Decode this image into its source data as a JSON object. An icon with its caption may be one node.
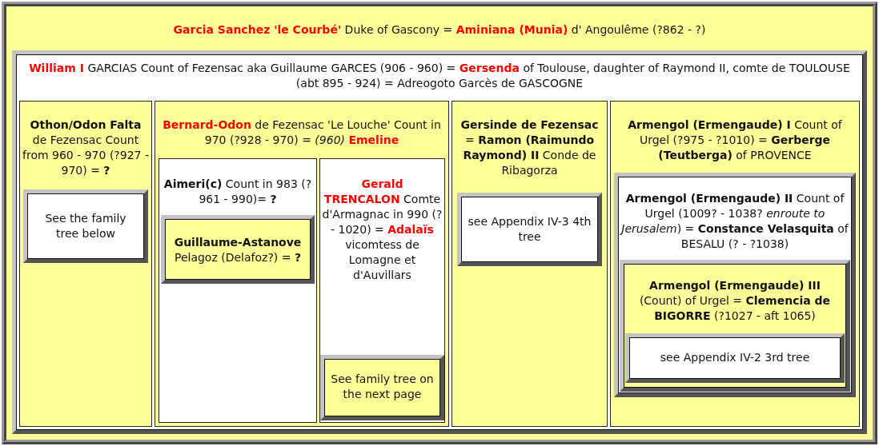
{
  "diagram": {
    "nodes": [
      {
        "text": [
          "**Garcia Sanchez 'le Courbé'** Duke of Gascony = **Aminiana (Munia)** d' Angoulême (?862 - ?)"
        ]
      },
      {
        "text": [
          "**William I** GARCIAS Count of Fezensac aka Guillaume GARCES (906 - 960) = **Gersenda** of Toulouse, daughter of Raymond II, comte de TOULOUSE (abt 895 - 924) = Adreogoto Garcès de GASCOGNE"
        ],
        "in": 0
      },
      {
        "text": [
          "**Othon/Odon Falta** de Fezensac Count from 960 - 970 (?927 - 970) = **?**"
        ],
        "in": 1
      },
      {
        "text": [
          "See the family tree below"
        ],
        "in": 2
      },
      {
        "text": [
          "**Bernard-Odon** de Fezensac 'Le Louche' Count in 970 (?928 - 970) = *(960)* **Emeline**"
        ],
        "in": 1
      },
      {
        "text": [
          "**Aimeri(c)** Count in 983 (?961 - 990)= **?**"
        ],
        "in": 4
      },
      {
        "text": [
          "**Guillaume-Astanove** Pelagoz (Delafoz?) = **?**"
        ],
        "in": 5
      },
      {
        "text": [
          "**Gerald TRENCALON** Comte d'Armagnac in 990 (? - 1020) = **Adalaïs** vicomtess de Lomagne et d'Auvillars"
        ],
        "in": 4
      },
      {
        "text": [
          "See family tree on the next page"
        ],
        "in": 7
      },
      {
        "text": [
          "**Gersinde de Fezensac** = **Ramon (Raimundo Raymond) II** Conde de Ribagorza"
        ],
        "in": 1
      },
      {
        "text": [
          "see Appendix IV-3 4th tree"
        ],
        "in": 9
      },
      {
        "text": [
          "**Armengol (Ermengaude) I** Count of Urgel (?975 - ?1010) = **Gerberge (Teutberga)** of PROVENCE"
        ],
        "in": 1
      },
      {
        "text": [
          "**Armengol (Ermengaude) II** Count of Urgel (1009? - 1038? *enroute to Jerusalem*) = **Constance Velasquita** of BESALU (? - ?1038)"
        ],
        "in": 11
      },
      {
        "text": [
          "**Armengol (Ermengaude) III** (Count) of Urgel = **Clemencia de BIGORRE** (?1027 - aft 1065)"
        ],
        "in": 12
      },
      {
        "text": [
          "see Appendix IV-2 3rd tree"
        ],
        "in": 13
      }
    ],
    "edges": []
  }
}
